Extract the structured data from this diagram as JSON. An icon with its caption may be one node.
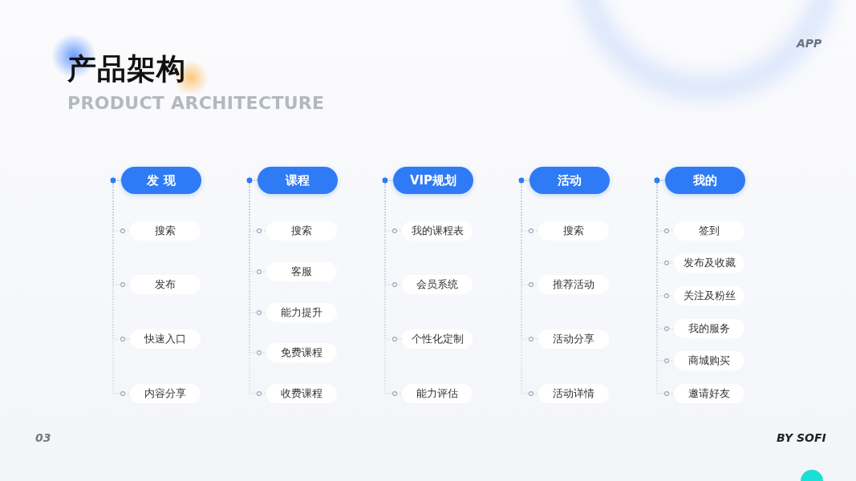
{
  "diagram": {
    "title": "产品架构",
    "nodes": [
      {
        "text": [
          "发 现"
        ]
      },
      {
        "text": [
          "搜索"
        ]
      },
      {
        "text": [
          "发布"
        ]
      },
      {
        "text": [
          "快速入口"
        ]
      },
      {
        "text": [
          "内容分享"
        ]
      },
      {
        "text": [
          "课程"
        ]
      },
      {
        "text": [
          "搜索"
        ]
      },
      {
        "text": [
          "客服"
        ]
      },
      {
        "text": [
          "能力提升"
        ]
      },
      {
        "text": [
          "免费课程"
        ]
      },
      {
        "text": [
          "收费课程"
        ]
      },
      {
        "text": [
          "VIP规划"
        ]
      },
      {
        "text": [
          "我的课程表"
        ]
      },
      {
        "text": [
          "会员系统"
        ]
      },
      {
        "text": [
          "个性化定制"
        ]
      },
      {
        "text": [
          "能力评估"
        ]
      },
      {
        "text": [
          "活动"
        ]
      },
      {
        "text": [
          "搜索"
        ]
      },
      {
        "text": [
          "推荐活动"
        ]
      },
      {
        "text": [
          "活动分享"
        ]
      },
      {
        "text": [
          "活动详情"
        ]
      },
      {
        "text": [
          "我的"
        ]
      },
      {
        "text": [
          "签到"
        ]
      },
      {
        "text": [
          "发布及收藏"
        ]
      },
      {
        "text": [
          "关注及粉丝"
        ]
      },
      {
        "text": [
          "我的服务"
        ]
      },
      {
        "text": [
          "商城购买"
        ]
      },
      {
        "text": [
          "邀请好友"
        ]
      }
    ],
    "edges": [
      {
        "from": 0,
        "to": 1,
        "arrow": "other"
      },
      {
        "from": 0,
        "to": 2,
        "arrow": "other"
      },
      {
        "from": 0,
        "to": 3,
        "arrow": "other"
      },
      {
        "from": 0,
        "to": 4,
        "arrow": "other"
      },
      {
        "from": 5,
        "to": 6,
        "arrow": "other"
      },
      {
        "from": 5,
        "to": 7,
        "arrow": "other"
      },
      {
        "from": 5,
        "to": 8,
        "arrow": "other"
      },
      {
        "from": 5,
        "to": 9,
        "arrow": "other"
      },
      {
        "from": 5,
        "to": 10,
        "arrow": "other"
      },
      {
        "from": 11,
        "to": 12,
        "arrow": "other"
      },
      {
        "from": 11,
        "to": 13,
        "arrow": "other"
      },
      {
        "from": 11,
        "to": 14,
        "arrow": "other"
      },
      {
        "from": 11,
        "to": 15,
        "arrow": "other"
      },
      {
        "from": 16,
        "to": 17,
        "arrow": "other"
      },
      {
        "from": 16,
        "to": 18,
        "arrow": "other"
      },
      {
        "from": 16,
        "to": 19,
        "arrow": "other"
      },
      {
        "from": 16,
        "to": 20,
        "arrow": "other"
      },
      {
        "from": 21,
        "to": 22,
        "arrow": "other"
      },
      {
        "from": 21,
        "to": 23,
        "arrow": "other"
      },
      {
        "from": 21,
        "to": 24,
        "arrow": "other"
      },
      {
        "from": 21,
        "to": 25,
        "arrow": "other"
      },
      {
        "from": 21,
        "to": 26,
        "arrow": "other"
      },
      {
        "from": 21,
        "to": 27,
        "arrow": "other"
      }
    ],
    "labels": [
      "PRODUCT ARCHITECTURE",
      "APP",
      "03",
      "BY SOFI"
    ]
  }
}
